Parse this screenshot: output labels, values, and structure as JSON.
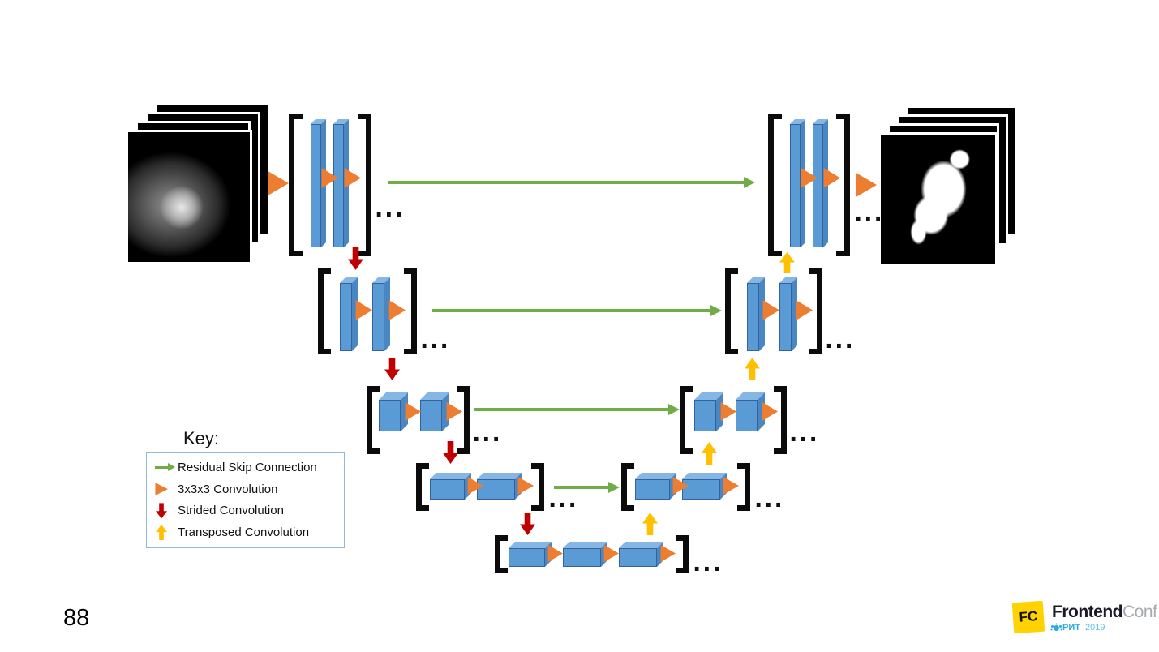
{
  "slide": {
    "page_number": "88"
  },
  "key": {
    "title": "Key:",
    "items": [
      {
        "icon": "green-skip-arrow-icon",
        "label": "Residual Skip Connection",
        "color": "#70AD47"
      },
      {
        "icon": "orange-conv-triangle-icon",
        "label": "3x3x3 Convolution",
        "color": "#ED7D31"
      },
      {
        "icon": "red-strided-arrow-icon",
        "label": "Strided Convolution",
        "color": "#C00000"
      },
      {
        "icon": "yellow-transposed-arrow-icon",
        "label": "Transposed Convolution",
        "color": "#FFC000"
      }
    ]
  },
  "diagram": {
    "type": "u-net-encoder-decoder-architecture",
    "ellipsis": "...",
    "input": "stack of breast MRI slices",
    "output": "stack of binary segmentation mask slices",
    "colors": {
      "feature_box": "#5B9BD5",
      "skip_connection": "#70AD47",
      "convolution": "#ED7D31",
      "strided_convolution": "#C00000",
      "transposed_convolution": "#FFC000"
    },
    "structure": {
      "encoder_levels": [
        {
          "level": 1,
          "conv_units": 2
        },
        {
          "level": 2,
          "conv_units": 2
        },
        {
          "level": 3,
          "conv_units": 2
        },
        {
          "level": 4,
          "conv_units": 2
        }
      ],
      "bottleneck": {
        "conv_units": 3
      },
      "decoder_levels": [
        {
          "level": 4,
          "conv_units": 2
        },
        {
          "level": 3,
          "conv_units": 2
        },
        {
          "level": 2,
          "conv_units": 2
        },
        {
          "level": 1,
          "conv_units": 2
        }
      ],
      "skip_connections": 4
    }
  },
  "footer": {
    "badge": "FC",
    "brand_bold": "Frontend",
    "brand_light": "Conf",
    "event_name": "РИТ",
    "event_year": "2019"
  }
}
